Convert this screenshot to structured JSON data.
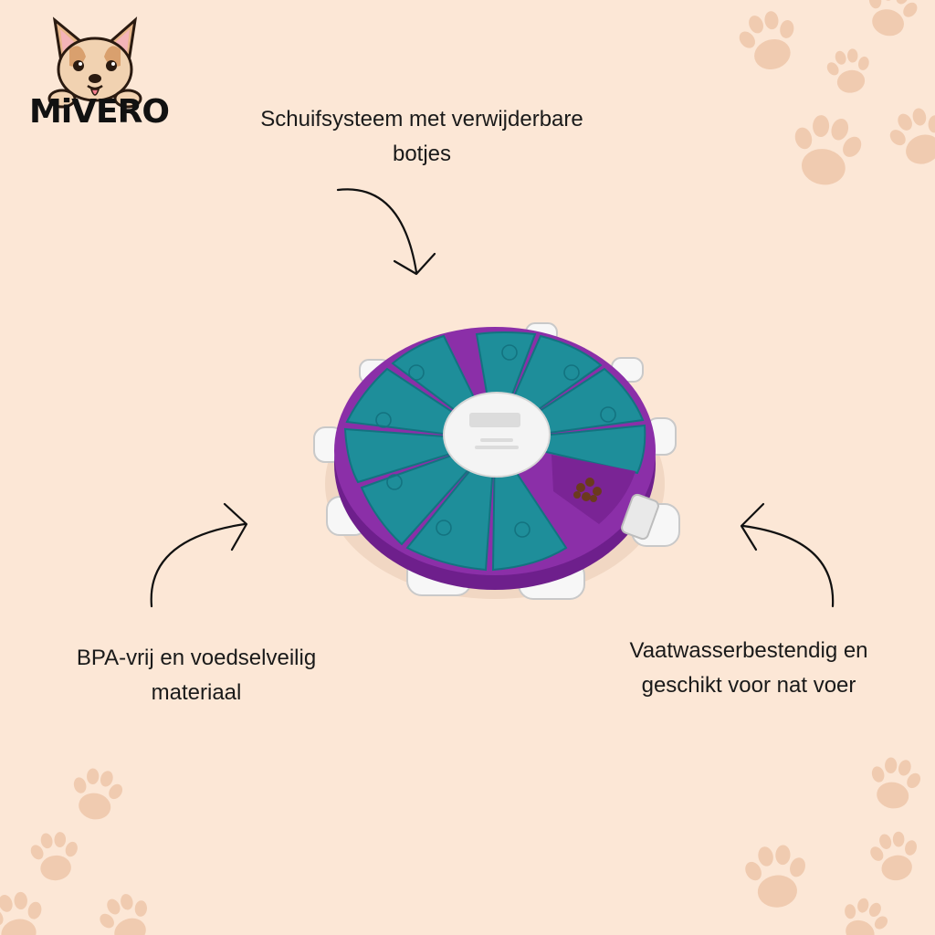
{
  "brand": {
    "name": "MiVERO",
    "logo_icon": "dog-head-icon"
  },
  "features": {
    "top": {
      "line1": "Schuifsysteem met verwijderbare",
      "line2": "botjes"
    },
    "left": {
      "line1": "BPA-vrij en voedselveilig",
      "line2": "materiaal"
    },
    "right": {
      "line1": "Vaatwasserbestendig en",
      "line2": "geschikt voor nat voer"
    }
  },
  "product": {
    "icon": "dog-puzzle-toy-image",
    "colors": {
      "base": "#8B2FA8",
      "tiles": "#1E8E9A",
      "center": "#F4F4F4",
      "handles": "#FFFFFF"
    }
  },
  "decor": {
    "paw_color": "#F0CBB0",
    "background": "#FCE7D6"
  }
}
